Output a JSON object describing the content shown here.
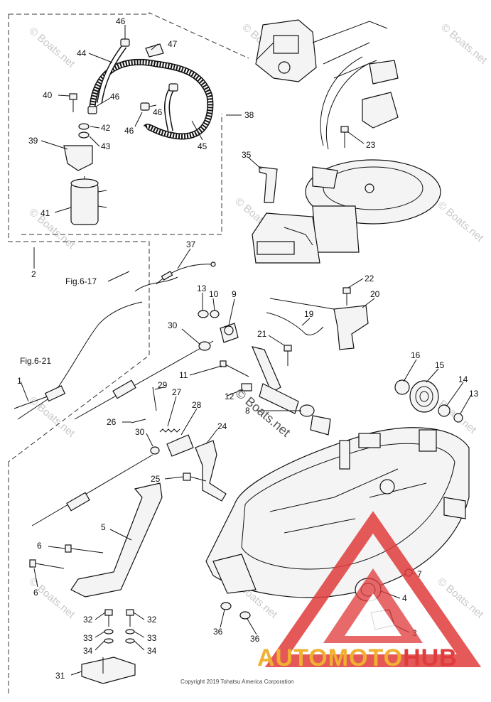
{
  "parts": {
    "p46a": "46",
    "p47": "47",
    "p44": "44",
    "p40": "40",
    "p46b": "46",
    "p42": "42",
    "p46c": "46",
    "p46d": "46",
    "p39": "39",
    "p43": "43",
    "p38": "38",
    "p45": "45",
    "p23": "23",
    "p35": "35",
    "p41": "41",
    "p2": "2",
    "p37": "37",
    "p22": "22",
    "p13a": "13",
    "p10": "10",
    "p9": "9",
    "p20": "20",
    "p19": "19",
    "p30a": "30",
    "p21": "21",
    "p11": "11",
    "p16": "16",
    "p15": "15",
    "p12": "12",
    "p14": "14",
    "p13b": "13",
    "p1": "1",
    "p29": "29",
    "p27": "27",
    "p8": "8",
    "p28": "28",
    "p26": "26",
    "p30b": "30",
    "p24": "24",
    "p25": "25",
    "p5": "5",
    "p6a": "6",
    "p7": "7",
    "p6b": "6",
    "p4": "4",
    "p32a": "32",
    "p32b": "32",
    "p36a": "36",
    "p36b": "36",
    "p3": "3",
    "p33a": "33",
    "p33b": "33",
    "p34a": "34",
    "p34b": "34",
    "p31": "31"
  },
  "refs": {
    "fig617": "Fig.6-17",
    "fig621": "Fig.6-21"
  },
  "watermark": "© Boats.net",
  "copyright": "Copyright 2019 Tohatsu America Corporation",
  "brand": {
    "part1": "AUTOMOTO",
    "part2": "HUB"
  },
  "colors": {
    "brand_yellow": "#f0b030",
    "brand_red": "#e03c3c",
    "watermark": "#c8c8c8"
  }
}
